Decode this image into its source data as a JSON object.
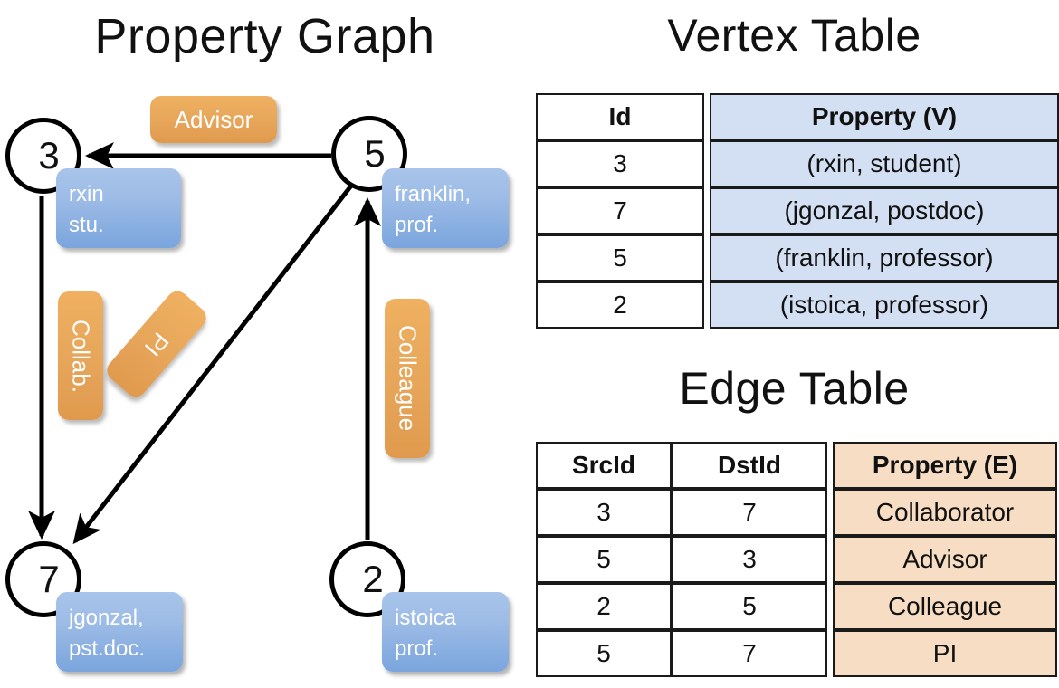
{
  "titles": {
    "property_graph": "Property Graph",
    "vertex_table": "Vertex Table",
    "edge_table": "Edge Table"
  },
  "graph": {
    "vertices": [
      {
        "id": "3",
        "property": "rxin\nstu.",
        "prop_line1": "rxin",
        "prop_line2": "stu."
      },
      {
        "id": "5",
        "property": "franklin, prof.",
        "prop_line1": "franklin,",
        "prop_line2": "prof."
      },
      {
        "id": "7",
        "property": "jgonzal, pst.doc.",
        "prop_line1": "jgonzal,",
        "prop_line2": "pst.doc."
      },
      {
        "id": "2",
        "property": "istoica prof.",
        "prop_line1": "istoica",
        "prop_line2": "prof."
      }
    ],
    "edge_labels": [
      {
        "name": "advisor",
        "text": "Advisor",
        "src": "5",
        "dst": "3"
      },
      {
        "name": "collab",
        "text": "Collab.",
        "src": "3",
        "dst": "7"
      },
      {
        "name": "pi",
        "text": "PI",
        "src": "5",
        "dst": "7"
      },
      {
        "name": "colleague",
        "text": "Colleague",
        "src": "2",
        "dst": "5"
      }
    ]
  },
  "vertex_table": {
    "headers": [
      "Id",
      "Property (V)"
    ],
    "rows": [
      {
        "id": "3",
        "property": "(rxin, student)"
      },
      {
        "id": "7",
        "property": "(jgonzal, postdoc)"
      },
      {
        "id": "5",
        "property": "(franklin, professor)"
      },
      {
        "id": "2",
        "property": "(istoica, professor)"
      }
    ]
  },
  "edge_table": {
    "headers": [
      "SrcId",
      "DstId",
      "Property (E)"
    ],
    "rows": [
      {
        "src": "3",
        "dst": "7",
        "property": "Collaborator"
      },
      {
        "src": "5",
        "dst": "3",
        "property": "Advisor"
      },
      {
        "src": "2",
        "dst": "5",
        "property": "Colleague"
      },
      {
        "src": "5",
        "dst": "7",
        "property": "PI"
      }
    ]
  },
  "colors": {
    "vertex_property_box": "#9cbbe6",
    "edge_label_box": "#e8a85c",
    "vertex_table_property_bg": "#d3dff2",
    "edge_table_property_bg": "#f7ddc3",
    "stroke": "#000000"
  }
}
